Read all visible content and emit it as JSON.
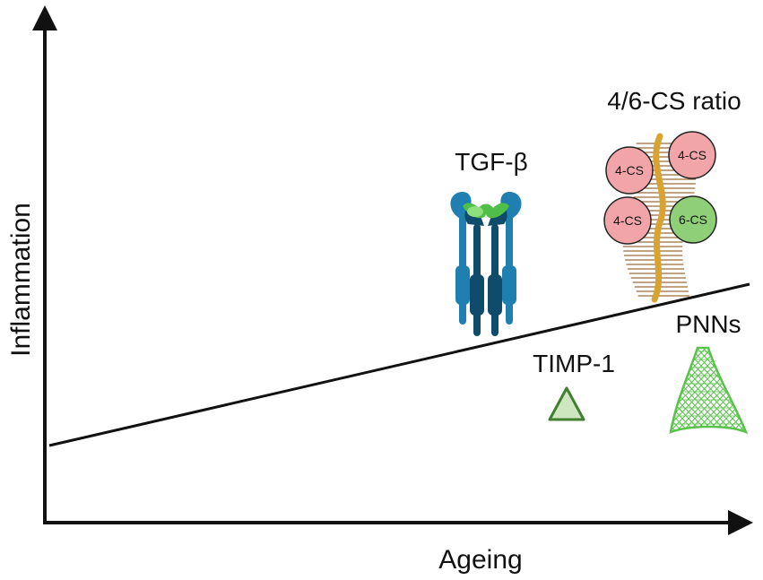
{
  "axes": {
    "x_label": "Ageing",
    "y_label": "Inflammation"
  },
  "labels": {
    "tgf": "TGF-β",
    "cs_ratio": "4/6-CS ratio",
    "timp": "TIMP-1",
    "pnns": "PNNs"
  },
  "cs_units": [
    "4-CS",
    "4-CS",
    "4-CS",
    "6-CS"
  ],
  "colors": {
    "axis": "#111111",
    "receptor_dark": "#0f4c6b",
    "receptor_light": "#1e7fb0",
    "ligand_green": "#4fbf4a",
    "cs_pink": "#f2a5a8",
    "cs_green": "#8fcf78",
    "core_protein": "#d9a332",
    "timp_fill": "#cde6bf",
    "timp_stroke": "#3f7f2f",
    "pnn_green": "#58c24a"
  }
}
